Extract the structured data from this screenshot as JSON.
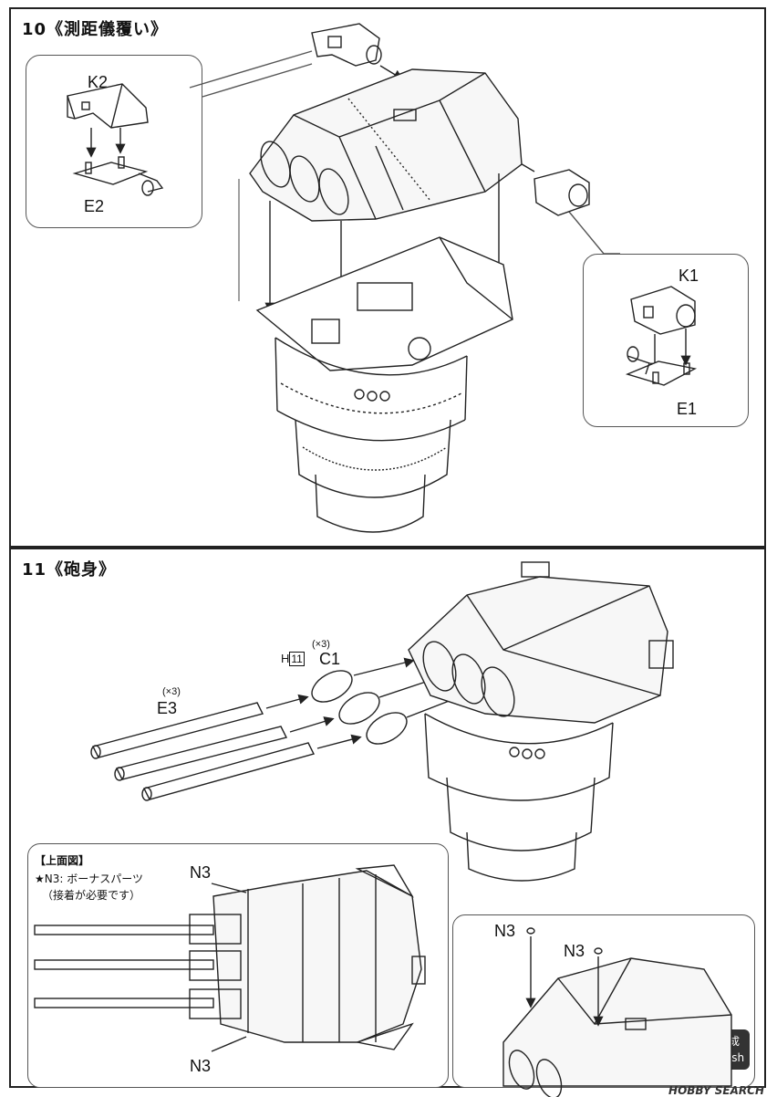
{
  "step10": {
    "number": "10",
    "title": "《測距儀覆い》",
    "callout_left": {
      "top_label": "K2",
      "bottom_label": "E2"
    },
    "callout_right": {
      "top_label": "K1",
      "bottom_label": "E1"
    }
  },
  "step11": {
    "number": "11",
    "title": "《砲身》",
    "qty_c1": "(×3)",
    "runner_h": "H",
    "runner_h_num": "11",
    "part_c1": "C1",
    "qty_e3": "(×3)",
    "part_e3": "E3",
    "top_view": {
      "title": "【上面図】",
      "note_line1": "★N3: ボーナスパーツ",
      "note_line2": "（接着が必要です）",
      "label_top": "N3",
      "label_bottom": "N3"
    },
    "detail": {
      "label1": "N3",
      "label2": "N3"
    },
    "finish_badge": {
      "line1": "完成",
      "line2": "Finish"
    }
  },
  "watermark": "HOBBY SEARCH"
}
